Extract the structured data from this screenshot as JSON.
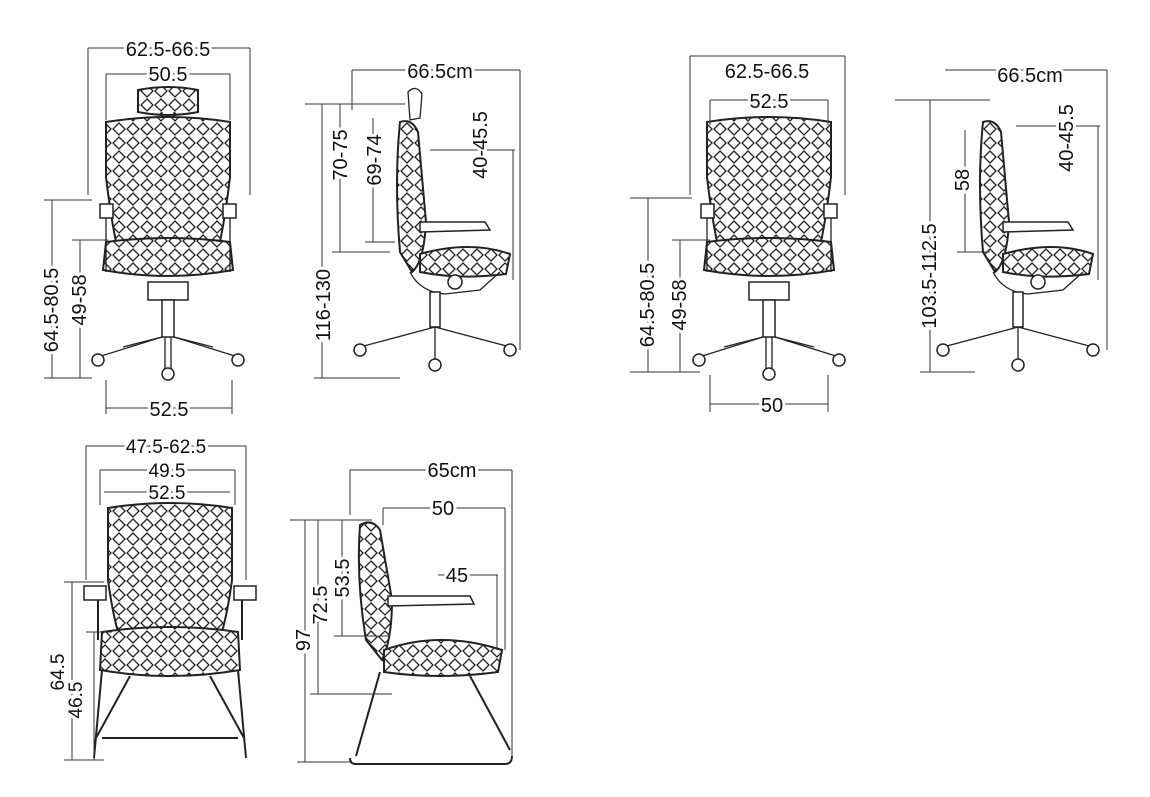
{
  "colors": {
    "line": "#222222",
    "background": "#ffffff"
  },
  "chairs": [
    {
      "view": "front",
      "labels": {
        "overall_width": "62.5-66.5",
        "back_width": "50.5",
        "total_height": "64.5-80.5",
        "seat_height": "49-58",
        "base_width": "52.5"
      }
    },
    {
      "view": "side",
      "labels": {
        "depth": "66.5cm",
        "back_height": "70-75",
        "back_height2": "69-74",
        "armrest": "40-45.5",
        "total_height": "116-130"
      }
    },
    {
      "view": "front",
      "labels": {
        "overall_width": "62.5-66.5",
        "back_width": "52.5",
        "total_height": "64.5-80.5",
        "seat_height": "49-58",
        "base_width": "50"
      }
    },
    {
      "view": "side",
      "labels": {
        "depth": "66.5cm",
        "back_height": "58",
        "armrest": "40-45.5",
        "total_height": "103.5-112.5"
      }
    },
    {
      "view": "front",
      "labels": {
        "overall_width": "47.5-62.5",
        "width2": "49.5",
        "back_width": "52.5",
        "total_height": "64.5",
        "seat_height": "46.5"
      }
    },
    {
      "view": "side",
      "labels": {
        "depth": "65cm",
        "depth2": "50",
        "armrest": "45",
        "back_height": "53.5",
        "back_height2": "72.5",
        "total_height": "97"
      }
    }
  ]
}
